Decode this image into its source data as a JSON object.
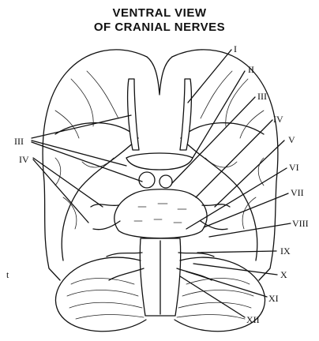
{
  "title": {
    "line1": "VENTRAL VIEW",
    "line2": "OF CRANIAL NERVES"
  },
  "labels": {
    "right": [
      "I",
      "II",
      "III",
      "IV",
      "V",
      "VI",
      "VII",
      "VIII",
      "IX",
      "X",
      "XI",
      "XII"
    ],
    "left_upper": "III",
    "left_lower": "IV",
    "left_edge": "t"
  }
}
